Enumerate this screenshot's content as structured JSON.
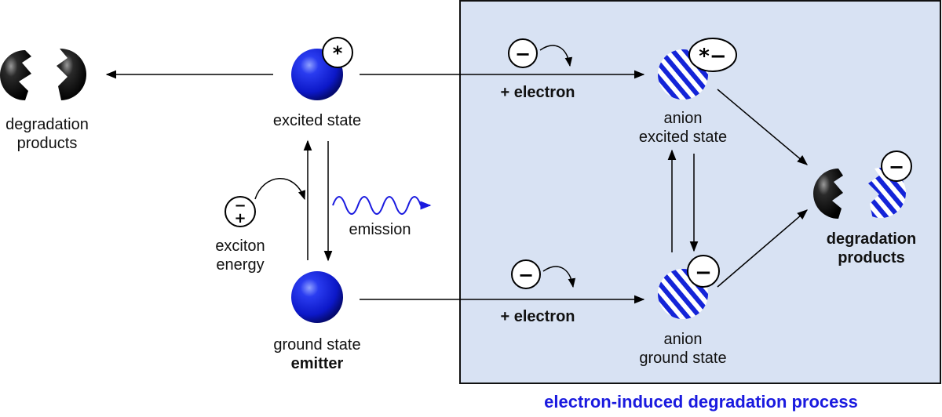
{
  "labels": {
    "degradation_left_line1": "degradation",
    "degradation_left_line2": "products",
    "excited_state": "excited state",
    "exciton_line1": "exciton",
    "exciton_line2": "energy",
    "emission": "emission",
    "ground_state": "ground state",
    "emitter": "emitter",
    "plus_electron_top": "+ electron",
    "plus_electron_bottom": "+ electron",
    "anion_top_line1": "anion",
    "anion_top_line2": "excited state",
    "anion_bottom_line1": "anion",
    "anion_bottom_line2": "ground state",
    "degradation_right_line1": "degradation",
    "degradation_right_line2": "products",
    "caption": "electron-induced degradation process"
  },
  "badges": {
    "excited": "*",
    "anion_excited": "*−",
    "anion_ground": "−",
    "electron": "−",
    "product": "−",
    "exciton_minus": "−",
    "exciton_plus": "+"
  },
  "colors": {
    "panel_fill": "#d8e2f3",
    "panel_border": "#111111",
    "emitter_blue": "#1020e0",
    "emission_wave": "#1a1adf",
    "caption": "#1a1adf"
  },
  "icons": {
    "emitter": "blue-sphere",
    "anion": "striped-blue-sphere",
    "degraded": "broken-black-sphere",
    "electron": "minus-circle",
    "exciton": "plus-minus-circle",
    "emission": "wavy-arrow"
  }
}
